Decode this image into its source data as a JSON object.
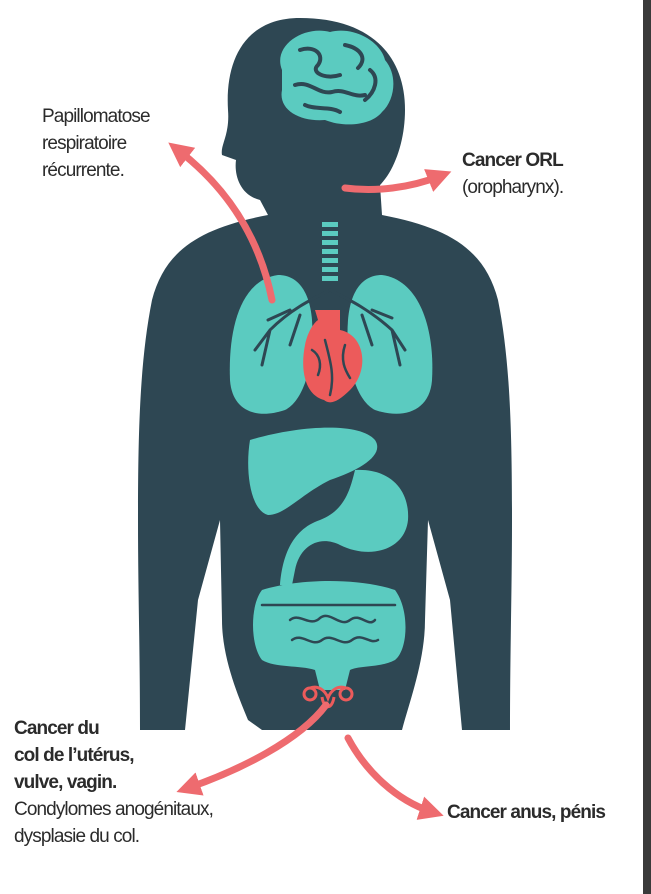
{
  "labels": {
    "papillomatose": {
      "lines": [
        "Papillomatose",
        "respiratoire",
        "récurrente."
      ]
    },
    "orl": {
      "title": "Cancer ORL",
      "detail": "(oropharynx)."
    },
    "col": {
      "title_lines": [
        "Cancer du",
        "col de l’utérus,",
        "vulve, vagin."
      ],
      "detail_lines": [
        "Condylomes anogénitaux,",
        "dysplasie du col."
      ]
    },
    "anus": {
      "title": "Cancer anus, pénis"
    }
  },
  "colors": {
    "body": "#2e4753",
    "organ": "#5bcbc0",
    "organ_outline": "#2e4753",
    "heart": "#ec5b5b",
    "arrow": "#ee6b6f",
    "text": "#2b2b2b"
  }
}
